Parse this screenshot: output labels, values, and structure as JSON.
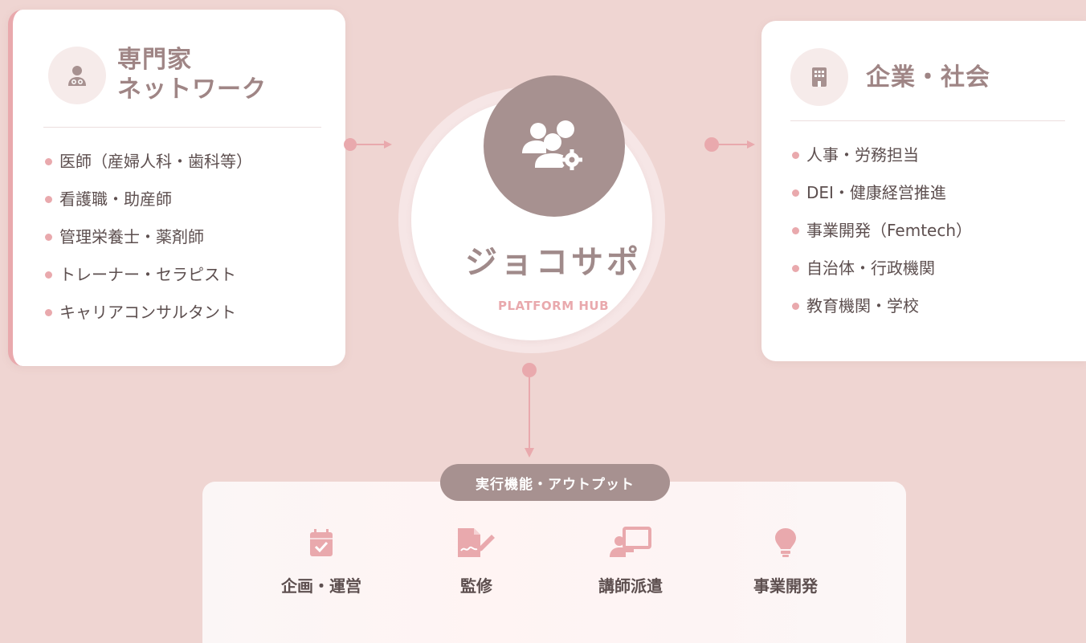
{
  "experts": {
    "title_line1": "専門家",
    "title_line2": "ネットワーク",
    "icon": "doctor-icon",
    "items": [
      "医師（産婦人科・歯科等）",
      "看護職・助産師",
      "管理栄養士・薬剤師",
      "トレーナー・セラピスト",
      "キャリアコンサルタント"
    ]
  },
  "society": {
    "title": "企業・社会",
    "icon": "building-icon",
    "items": [
      "人事・労務担当",
      "DEI・健康経営推進",
      "事業開発（Femtech）",
      "自治体・行政機関",
      "教育機関・学校"
    ]
  },
  "hub": {
    "name": "ジョコサポ",
    "subtitle": "PLATFORM HUB",
    "icon": "users-gear-icon"
  },
  "outputs": {
    "badge": "実行機能・アウトプット",
    "items": [
      {
        "label": "企画・運営",
        "icon": "calendar-check-icon"
      },
      {
        "label": "監修",
        "icon": "file-signature-icon"
      },
      {
        "label": "講師派遣",
        "icon": "teacher-board-icon"
      },
      {
        "label": "事業開発",
        "icon": "lightbulb-icon"
      }
    ]
  },
  "colors": {
    "background": "#efd5d2",
    "accent_pink": "#e9a9ad",
    "mauve": "#a79190",
    "title_text": "#9f8585"
  }
}
